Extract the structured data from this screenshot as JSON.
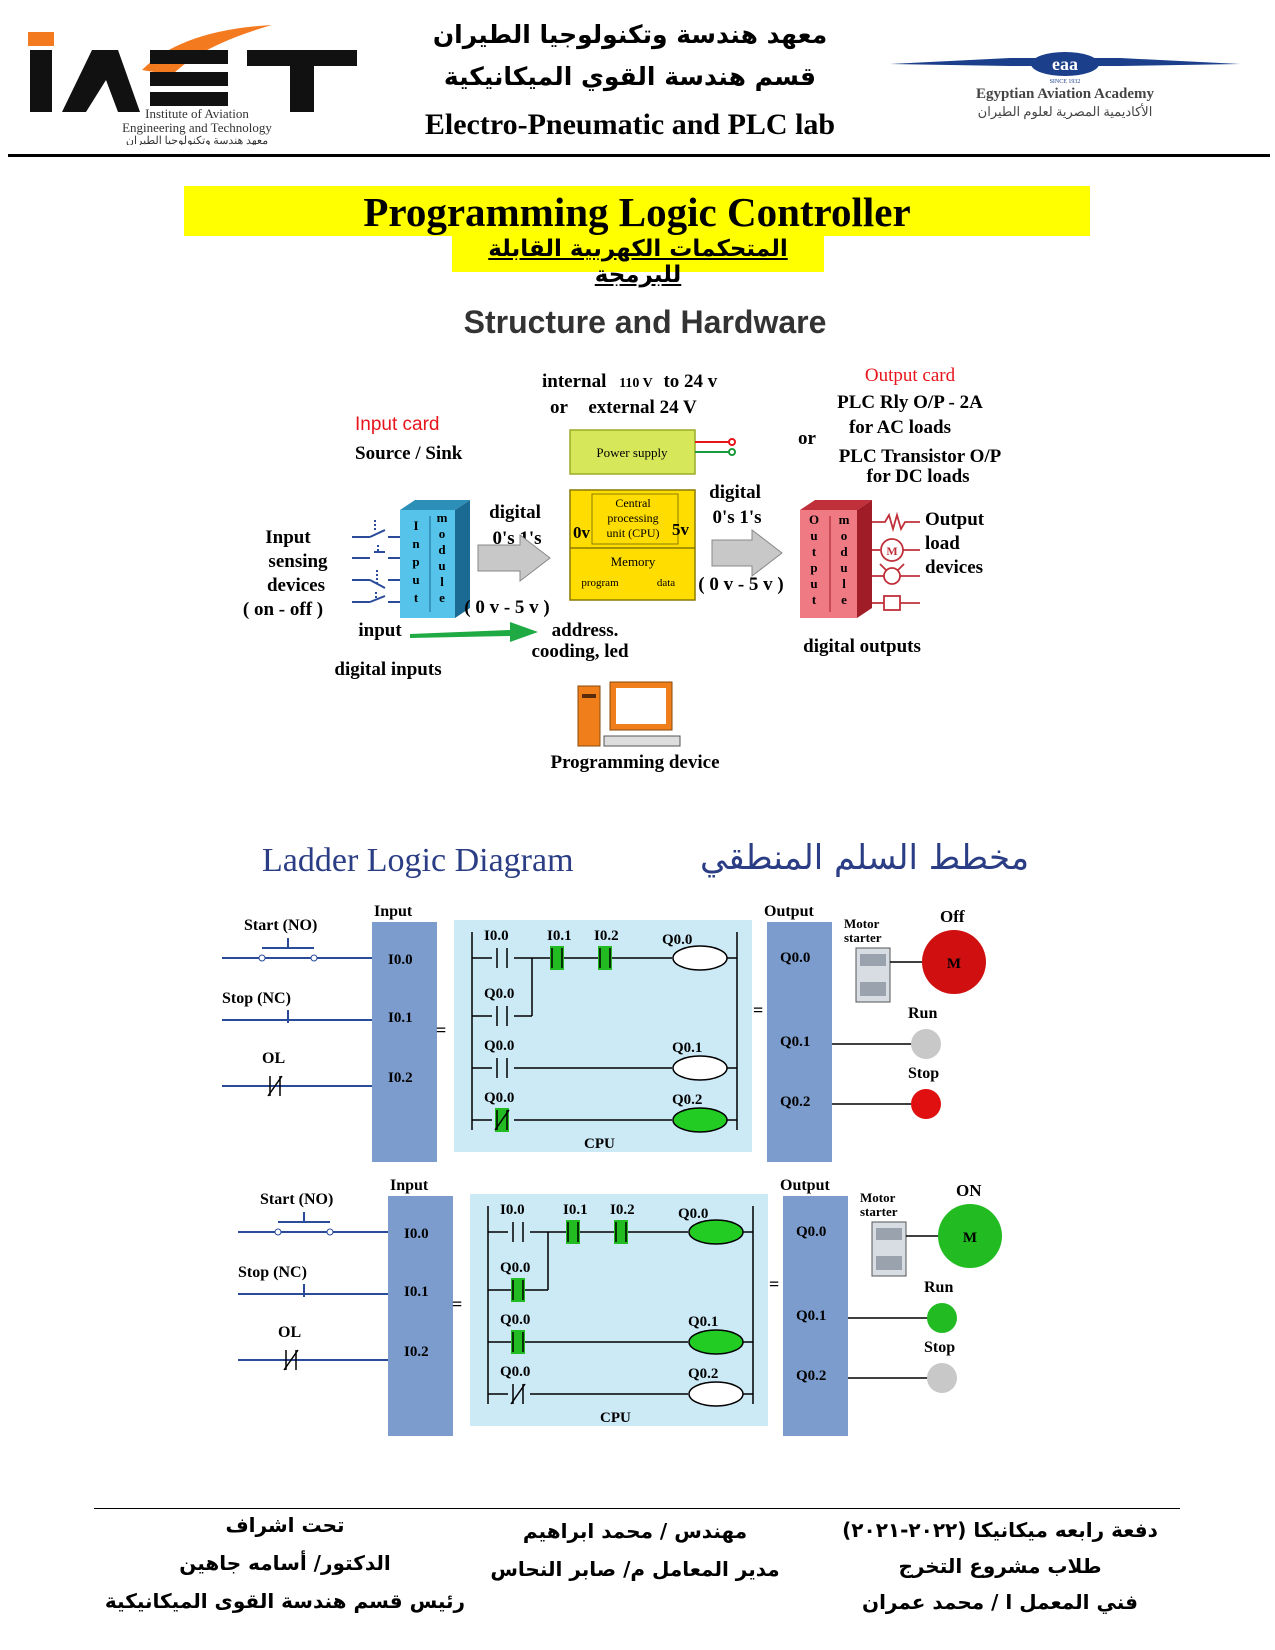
{
  "header": {
    "logo_left": {
      "mark": "IAET",
      "line1": "Institute of Aviation",
      "line2": "Engineering and Technology",
      "line3": "معهد هندسة وتكنولوجيا الطيران"
    },
    "title_ar_1": "معهد هندسة وتكنولوجيا الطيران",
    "title_ar_2": "قسم هندسة القوي الميكانيكية",
    "title_en": "Electro-Pneumatic and PLC lab",
    "logo_right": {
      "mark": "eaa",
      "since": "SINCE 1932",
      "name_en": "Egyptian Aviation Academy",
      "name_ar": "الأكاديمية المصرية لعلوم الطيران"
    }
  },
  "banner": {
    "title": "Programming Logic Controller",
    "subtitle_ar": "المتحكمات الكهربية القابلة للبرمجة",
    "color": "#ffff00"
  },
  "structure": {
    "title": "Structure and Hardware",
    "input_card": "Input card",
    "source_sink": "Source / Sink",
    "input_devices": [
      "Input",
      "sensing",
      "devices",
      "( on - off )"
    ],
    "input_module_letters": [
      "I",
      "n",
      "p",
      "u",
      "t"
    ],
    "module_letters": [
      "m",
      "o",
      "d",
      "u",
      "l",
      "e"
    ],
    "digital_left": [
      "digital",
      "0's  1's",
      "( 0 v -  5 v )"
    ],
    "voltage_line1": {
      "internal": "internal",
      "v110": "110 V",
      "rest": "to 24 v"
    },
    "voltage_line2": {
      "or": "or",
      "external": "external  24 V"
    },
    "power_supply": "Power supply",
    "cpu": [
      "Central",
      "processing",
      "unit (CPU)"
    ],
    "cpu_0v": "0v",
    "cpu_5v": "5v",
    "memory": "Memory",
    "program": "program",
    "data": "data",
    "digital_right": [
      "digital",
      "0's   1's",
      "( 0 v -  5 v )"
    ],
    "output_card": "Output card",
    "output_types": [
      "PLC Rly O/P - 2A",
      "for AC loads",
      "or",
      "PLC Transistor O/P",
      "for DC loads"
    ],
    "output_module_letters": [
      "O",
      "u",
      "t",
      "p",
      "u",
      "t"
    ],
    "output_devices": [
      "Output",
      "load",
      "devices"
    ],
    "motor_symbol": "M",
    "input_label": "input",
    "address": [
      "address.",
      "cooding, led"
    ],
    "digital_inputs": "digital inputs",
    "digital_outputs": "digital outputs",
    "programming_device": "Programming device",
    "red_label_color": "#e8141b"
  },
  "ladder": {
    "title_en": "Ladder Logic Diagram",
    "title_ar": "مخطط السلم المنطقي",
    "diagrams": [
      {
        "start": "Start (NO)",
        "stop": "Stop (NC)",
        "ol": "OL",
        "input": "Input",
        "output": "Output",
        "inputs": [
          "I0.0",
          "I0.1",
          "I0.2"
        ],
        "outputs": [
          "Q0.0",
          "Q0.1",
          "Q0.2"
        ],
        "contacts_top": [
          "I0.0",
          "I0.1",
          "I0.2"
        ],
        "coil": "Q0.0",
        "hold": "Q0.0",
        "rung2_contact": "Q0.0",
        "rung2_coil": "Q0.1",
        "rung3_contact": "Q0.0",
        "rung3_coil": "Q0.2",
        "cpu": "CPU",
        "motor_starter": [
          "Motor",
          "starter"
        ],
        "motor_state": "Off",
        "motor_symbol": "M",
        "run": "Run",
        "stop_lamp": "Stop",
        "colors": {
          "coil0": "#ffffff",
          "coil1": "#ffffff",
          "coil2": "#22cc22",
          "motor": "#d01010",
          "run_lamp": "#c8c8c8",
          "stop_lamp_color": "#e01010"
        }
      },
      {
        "start": "Start (NO)",
        "stop": "Stop (NC)",
        "ol": "OL",
        "input": "Input",
        "output": "Output",
        "inputs": [
          "I0.0",
          "I0.1",
          "I0.2"
        ],
        "outputs": [
          "Q0.0",
          "Q0.1",
          "Q0.2"
        ],
        "contacts_top": [
          "I0.0",
          "I0.1",
          "I0.2"
        ],
        "coil": "Q0.0",
        "hold": "Q0.0",
        "rung2_contact": "Q0.0",
        "rung2_coil": "Q0.1",
        "rung3_contact": "Q0.0",
        "rung3_coil": "Q0.2",
        "cpu": "CPU",
        "motor_starter": [
          "Motor",
          "starter"
        ],
        "motor_state": "ON",
        "motor_symbol": "M",
        "run": "Run",
        "stop_lamp": "Stop",
        "colors": {
          "coil0": "#22cc22",
          "coil1": "#22cc22",
          "coil2": "#ffffff",
          "motor": "#22bb22",
          "run_lamp": "#22bb22",
          "stop_lamp_color": "#c8c8c8"
        }
      }
    ]
  },
  "footer": {
    "col_right": [
      "دفعة رابعه ميكانيكا (٢٠٢٢-٢٠٢١)",
      "طلاب مشروع التخرج",
      "فني المعمل ا / محمد عمران"
    ],
    "col_middle": [
      "مهندس / محمد ابراهيم",
      "مدير المعامل م/ صابر النحاس"
    ],
    "col_left": [
      "تحت اشراف",
      "الدكتور/ أسامه جاهين",
      "رئيس قسم هندسة القوى الميكانيكية"
    ]
  }
}
